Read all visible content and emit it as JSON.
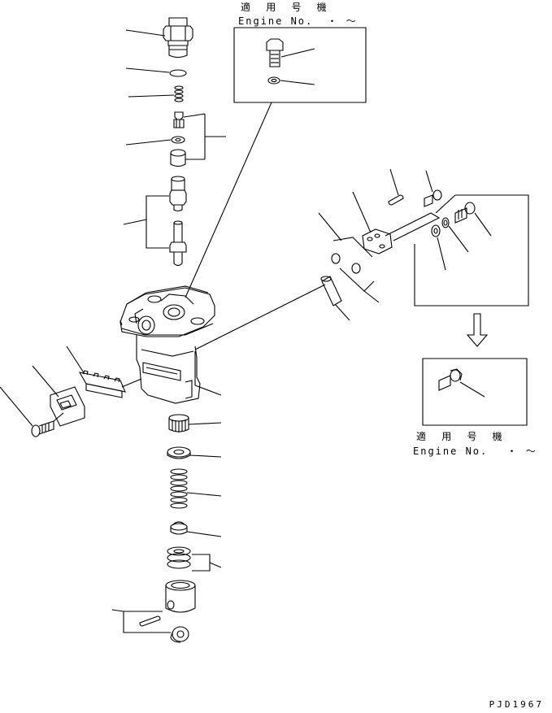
{
  "top_note": {
    "jp": "適 用 号 機",
    "engine": "Engine No.",
    "range_mark": "・ ～"
  },
  "right_note": {
    "jp": "適 用 号 機",
    "engine": "Engine No.",
    "range_mark": "・ ～"
  },
  "drawing_code": "PJD1967",
  "colors": {
    "line": "#000000",
    "background": "#ffffff"
  }
}
